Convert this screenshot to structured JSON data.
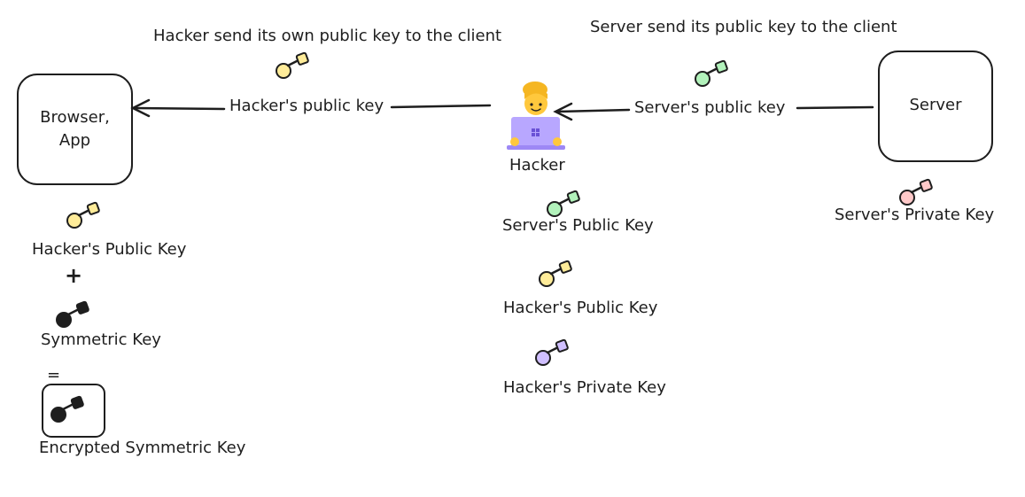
{
  "labels": {
    "hacker_sends_caption": "Hacker send its own public key to the client",
    "server_sends_caption": "Server send its public key to the client",
    "hacker_public_key_arrow": "Hacker's public key",
    "server_public_key_arrow": "Server's public key",
    "browser_box": "Browser,\nApp",
    "server_box": "Server",
    "hacker": "Hacker",
    "server_private_key": "Server's Private Key",
    "client_hacker_public_key": "Hacker's Public Key",
    "plus": "+",
    "symmetric_key": "Symmetric Key",
    "equals": "=",
    "encrypted_symmetric_key": "Encrypted Symmetric Key",
    "hacker_holds_server_public_key": "Server's Public Key",
    "hacker_holds_hacker_public_key": "Hacker's Public Key",
    "hacker_holds_hacker_private_key": "Hacker's Private Key"
  },
  "icons": {
    "hacker_figure": "person-with-laptop-icon",
    "keys": "key-icon"
  },
  "colors": {
    "hacker_public_key": "#ffec99",
    "server_public_key": "#b2f2bb",
    "server_private_key": "#ffc9c9",
    "hacker_private_key": "#d0bfff",
    "symmetric_key": "#1e1e1e",
    "stroke": "#1e1e1e"
  }
}
